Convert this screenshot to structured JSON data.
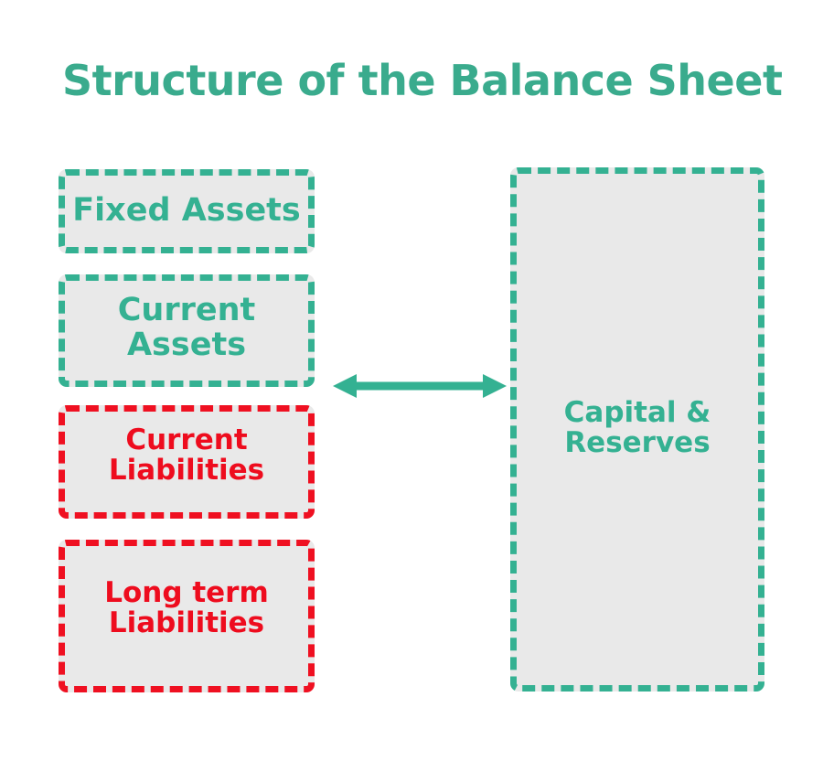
{
  "diagram": {
    "title": "Structure of the Balance Sheet",
    "background_color": "#ffffff",
    "accent_color": "#34b192",
    "liability_color": "#ee0c1e",
    "box_fill_color": "#e9e9e9",
    "left_column": [
      {
        "id": "fixed-assets",
        "label": "Fixed Assets",
        "category": "asset",
        "color": "#34b192"
      },
      {
        "id": "current-assets",
        "label": "Current Assets",
        "category": "asset",
        "color": "#34b192"
      },
      {
        "id": "current-liabilities",
        "label": "Current\nLiabilities",
        "category": "liability",
        "color": "#ee0c1e"
      },
      {
        "id": "longterm-liabilities",
        "label": "Long term\nLiabilities",
        "category": "liability",
        "color": "#ee0c1e"
      }
    ],
    "right_column": [
      {
        "id": "capital-reserves",
        "label": "Capital &\nReserves",
        "category": "equity",
        "color": "#34b192"
      }
    ],
    "connector": {
      "id": "balance-arrow",
      "type": "double-headed-arrow",
      "color": "#34b192",
      "label": ""
    }
  }
}
